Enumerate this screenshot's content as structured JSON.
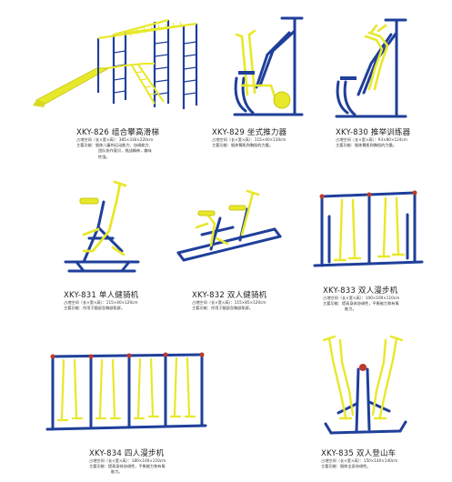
{
  "products": [
    {
      "id": "xky-826",
      "title": "XKY-826 组合攀高滑梯",
      "lines": [
        "占地空间（长×宽×高）：385×330×220cm",
        "主要功能：锻炼儿童的运动能力、协调能力、",
        "团队协作意识，挑战精神，趣味",
        "性强。"
      ]
    },
    {
      "id": "xky-829",
      "title": "XKY-829 坐式推力器",
      "lines": [
        "占地空间（长×宽×高）：115×40×130cm",
        "主要功能：锻炼臂肌和胸肌的力量。"
      ]
    },
    {
      "id": "xky-830",
      "title": "XKY-830 推举训练器",
      "lines": [
        "占地空间（长×宽×高）：93×80×124cm",
        "主要功能：锻炼臂肌和胸肌的力量。"
      ]
    },
    {
      "id": "xky-831",
      "title": "XKY-831 单人健骑机",
      "lines": [
        "占地空间（长×宽×高）：115×40×120cm",
        "主要功能：作用于腿部及胸部肌群。"
      ]
    },
    {
      "id": "xky-832",
      "title": "XKY-832 双人健骑机",
      "lines": [
        "占地空间（长×宽×高）：115×85×120cm",
        "主要功能：作用于腿部及胸部肌群。"
      ]
    },
    {
      "id": "xky-833",
      "title": "XKY-833 双人漫步机",
      "lines": [
        "占地空间（长×宽×高）：100×100×110cm",
        "主要功能：提高身体协调性，平衡能力和有氧",
        "能力。"
      ]
    },
    {
      "id": "xky-834",
      "title": "XKY-834 四人漫步机",
      "lines": [
        "占地空间（长×宽×高）：180×100×110cm",
        "主要功能：提高身体协调性，平衡能力和有氧",
        "能力。"
      ]
    },
    {
      "id": "xky-835",
      "title": "XKY-835 双人登山车",
      "lines": [
        "占地空间（长×宽×高）：150×140×140cm",
        "主要功能：锻炼全身协调性。"
      ]
    }
  ],
  "colors": {
    "frame_blue": "#1f3f9a",
    "part_yellow": "#e8e82a",
    "text": "#222222"
  },
  "icons": [
    "slide-climbing-frame-illustration",
    "seated-chest-press-illustration",
    "shoulder-press-illustration",
    "single-rider-illustration",
    "double-rider-illustration",
    "double-walker-illustration",
    "quad-walker-illustration",
    "double-climber-illustration"
  ]
}
